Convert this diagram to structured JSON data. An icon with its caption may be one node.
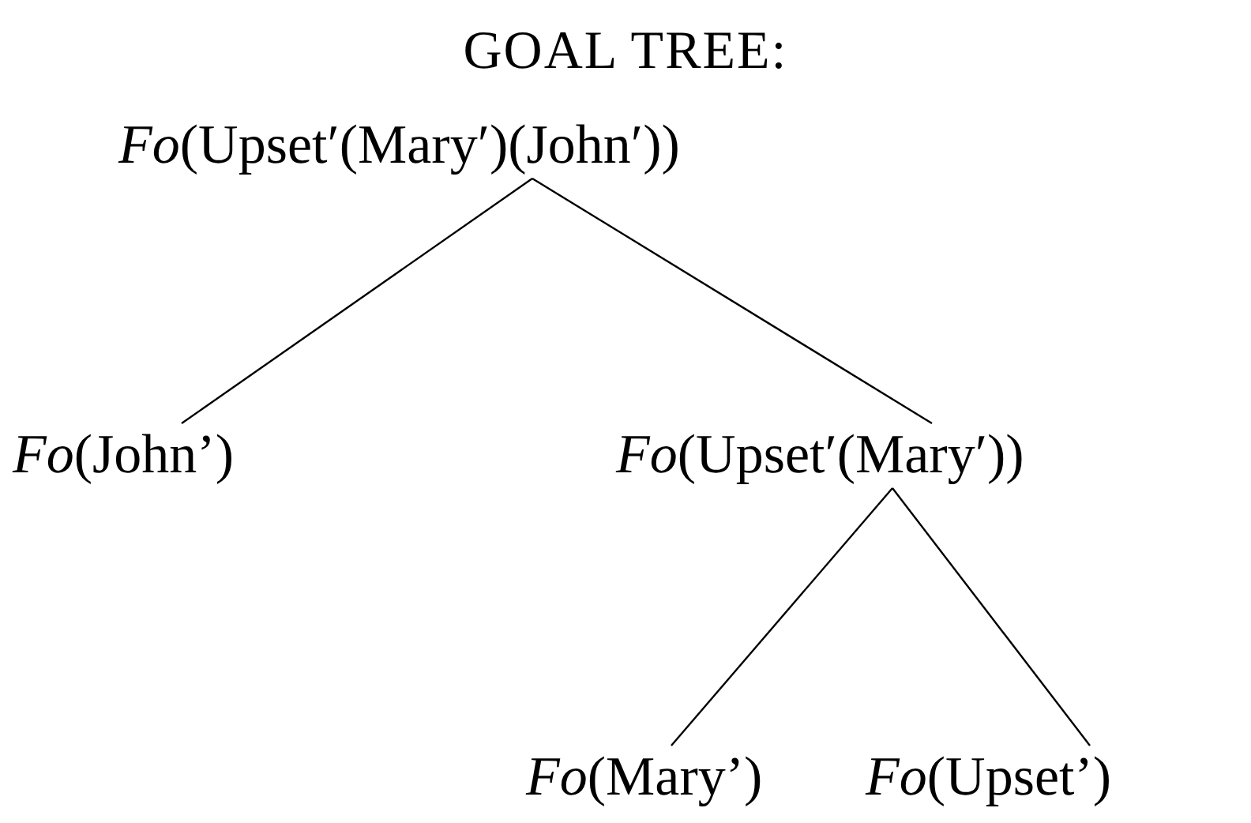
{
  "diagram": {
    "title": "GOAL TREE:",
    "nodes": [
      {
        "text": [
          "*Fo*(Upset′(Mary′)(John′))"
        ]
      },
      {
        "text": [
          "*Fo*(John’)"
        ]
      },
      {
        "text": [
          "*Fo*(Upset′(Mary′))"
        ]
      },
      {
        "text": [
          "*Fo*(Mary’)"
        ]
      },
      {
        "text": [
          "*Fo*(Upset’)"
        ]
      }
    ],
    "edges": [
      {
        "from": 0,
        "to": 1,
        "arrow": "none"
      },
      {
        "from": 0,
        "to": 2,
        "arrow": "none"
      },
      {
        "from": 2,
        "to": 3,
        "arrow": "none"
      },
      {
        "from": 2,
        "to": 4,
        "arrow": "none"
      }
    ]
  }
}
